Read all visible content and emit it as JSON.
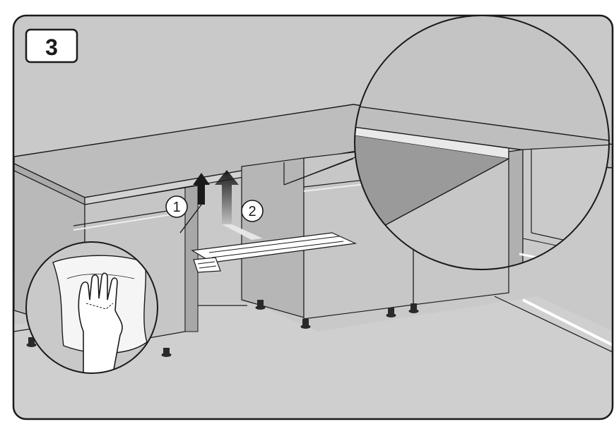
{
  "step": {
    "number": "3"
  },
  "callouts": [
    {
      "id": "1",
      "label": "1"
    },
    {
      "id": "2",
      "label": "2"
    }
  ],
  "colors": {
    "background": "#ffffff",
    "panel": "#c9c9c9",
    "floor": "#cdcdcd",
    "countertop": "#bdbdbd",
    "cabinet": "#c4c4c4",
    "cabinet_shadow": "#b3b3b3",
    "line": "#1a1a1a",
    "tape": "#ffffff",
    "arrow": "#1a1a1a"
  },
  "icons": [
    "hand-wipe-icon",
    "up-arrow-icon",
    "magnifier-circle"
  ]
}
